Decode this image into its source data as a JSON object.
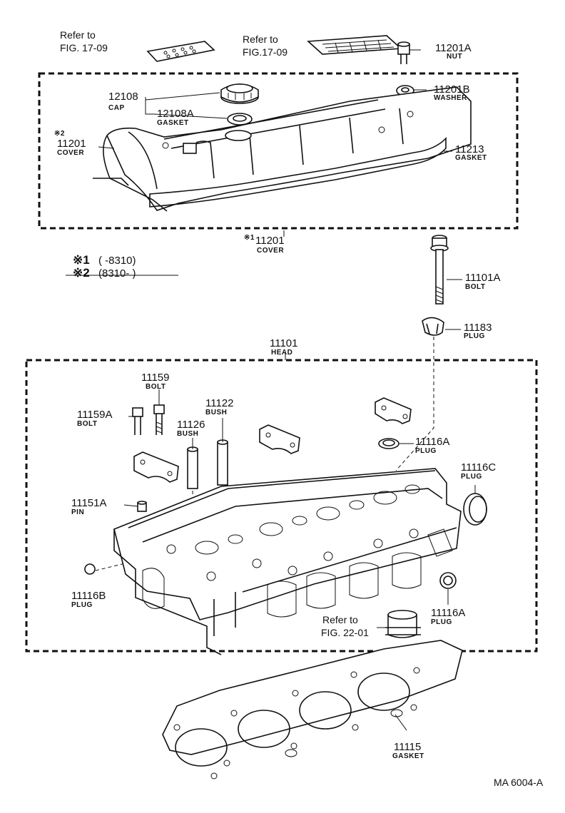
{
  "footer": {
    "code": "MA 6004-A"
  },
  "notes": {
    "n1_mark": "※1",
    "n1_range": "(       -8310)",
    "n2_mark": "※2",
    "n2_range": "(8310-        )"
  },
  "refs": {
    "r1_line1": "Refer to",
    "r1_line2": "FIG. 17-09",
    "r2_line1": "Refer to",
    "r2_line2": "FIG.17-09",
    "r3_line1": "Refer to",
    "r3_line2": "FIG. 22-01"
  },
  "parts": {
    "p11201A": {
      "num": "11201A",
      "name": "NUT"
    },
    "p11201B": {
      "num": "11201B",
      "name": "WASHER"
    },
    "p12108": {
      "num": "12108",
      "name": "CAP"
    },
    "p12108A": {
      "num": "12108A",
      "name": "GASKET"
    },
    "p11201_2": {
      "mark": "※2",
      "num": "11201",
      "name": "COVER"
    },
    "p11213": {
      "num": "11213",
      "name": "GASKET"
    },
    "p11201_1": {
      "mark": "※1",
      "num": "11201",
      "name": "COVER"
    },
    "p11101A": {
      "num": "11101A",
      "name": "BOLT"
    },
    "p11183": {
      "num": "11183",
      "name": "PLUG"
    },
    "p11101": {
      "num": "11101",
      "name": "HEAD"
    },
    "p11159": {
      "num": "11159",
      "name": "BOLT"
    },
    "p11159A": {
      "num": "11159A",
      "name": "BOLT"
    },
    "p11122": {
      "num": "11122",
      "name": "BUSH"
    },
    "p11126": {
      "num": "11126",
      "name": "BUSH"
    },
    "p11116A_top": {
      "num": "11116A",
      "name": "PLUG"
    },
    "p11116C": {
      "num": "11116C",
      "name": "PLUG"
    },
    "p11151A": {
      "num": "11151A",
      "name": "PIN"
    },
    "p11116B": {
      "num": "11116B",
      "name": "PLUG"
    },
    "p11116A_bot": {
      "num": "11116A",
      "name": "PLUG"
    },
    "p11115": {
      "num": "11115",
      "name": "GASKET"
    }
  }
}
